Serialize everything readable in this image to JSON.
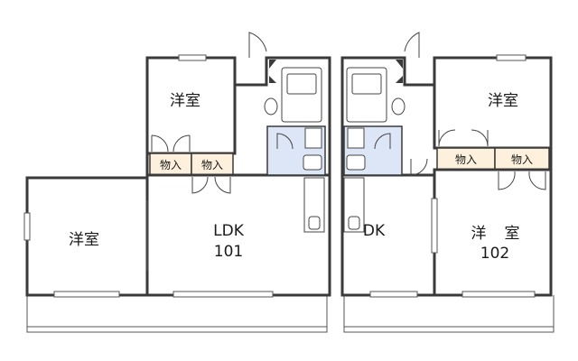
{
  "units": [
    {
      "number": "101",
      "rooms": {
        "main": "LDK",
        "bedroom_top": "洋室",
        "bedroom_left": "洋室"
      },
      "storage": [
        "物入",
        "物入"
      ]
    },
    {
      "number": "102",
      "rooms": {
        "main": "DK",
        "bedroom_top": "洋室",
        "bedroom_right": "洋",
        "bedroom_right_2": "室"
      },
      "storage": [
        "物入",
        "物入"
      ]
    }
  ],
  "colors": {
    "storage": "#fdf1dd",
    "wet_area": "#dde6f7",
    "wall": "#3a3a3a"
  }
}
